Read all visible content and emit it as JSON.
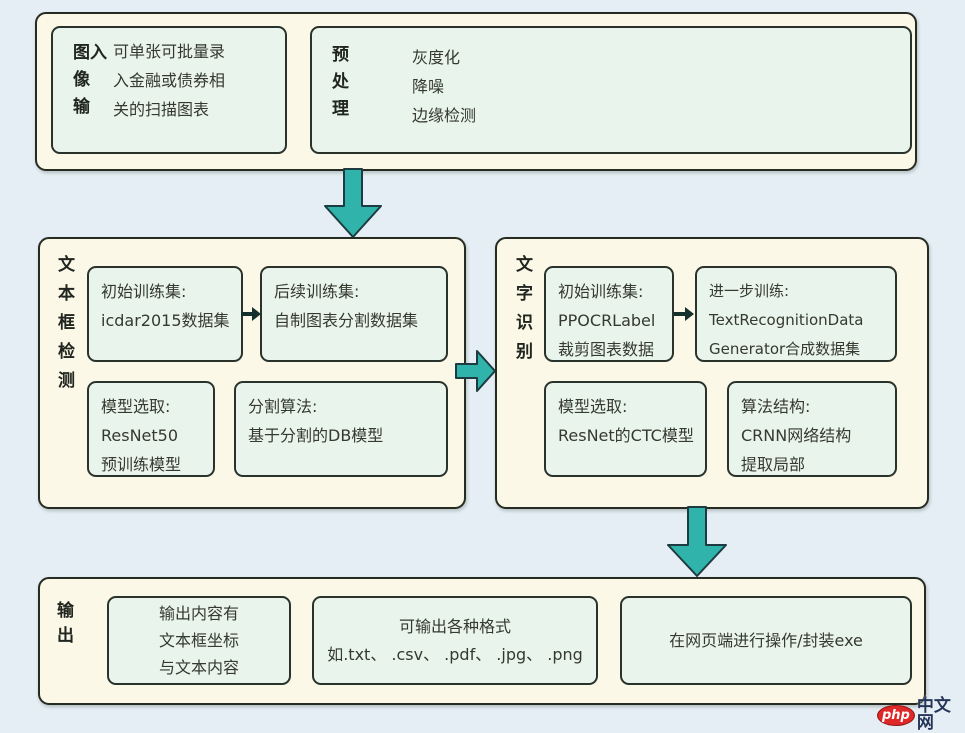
{
  "colors": {
    "background": "#e4eef4",
    "panel_bg": "#fcf8e7",
    "box_bg": "#e9f5ec",
    "border_dark": "#272c22",
    "arrow_teal": "#2fb3ab",
    "arrow_outline": "#1d3b40",
    "connector_dark": "#14302c",
    "watermark_red": "#e02828",
    "watermark_text_color": "#25365a"
  },
  "flow": {
    "top": {
      "input": {
        "label": "图像输入",
        "lines": [
          "可单张可批量录",
          "入金融或债券相",
          "关的扫描图表"
        ]
      },
      "preprocess": {
        "label": "预处理",
        "items": [
          "灰度化",
          "降噪",
          "边缘检测"
        ]
      }
    },
    "detection": {
      "label": "文本框检测",
      "boxes": [
        {
          "lines": [
            "初始训练集:",
            "icdar2015数据集"
          ]
        },
        {
          "lines": [
            "后续训练集:",
            "自制图表分割数据集"
          ]
        },
        {
          "lines": [
            "模型选取:",
            "ResNet50",
            "预训练模型"
          ]
        },
        {
          "lines": [
            "分割算法:",
            "基于分割的DB模型"
          ]
        }
      ]
    },
    "recognition": {
      "label": "文字识别",
      "boxes": [
        {
          "lines": [
            "初始训练集:",
            "PPOCRLabel",
            "裁剪图表数据"
          ]
        },
        {
          "lines": [
            "进一步训练:",
            "TextRecognitionData",
            "Generator合成数据集"
          ]
        },
        {
          "lines": [
            "模型选取:",
            "ResNet的CTC模型"
          ]
        },
        {
          "lines": [
            "算法结构:",
            "CRNN网络结构",
            "提取局部"
          ]
        }
      ]
    },
    "output": {
      "label": "输出",
      "boxes": [
        {
          "lines": [
            "输出内容有",
            "文本框坐标",
            "与文本内容"
          ]
        },
        {
          "lines": [
            "可输出各种格式",
            "如.txt、 .csv、 .pdf、 .jpg、 .png"
          ]
        },
        {
          "lines": [
            "在网页端进行操作/封装exe"
          ]
        }
      ]
    }
  },
  "watermark": {
    "logo": "php",
    "text": "中文网"
  }
}
